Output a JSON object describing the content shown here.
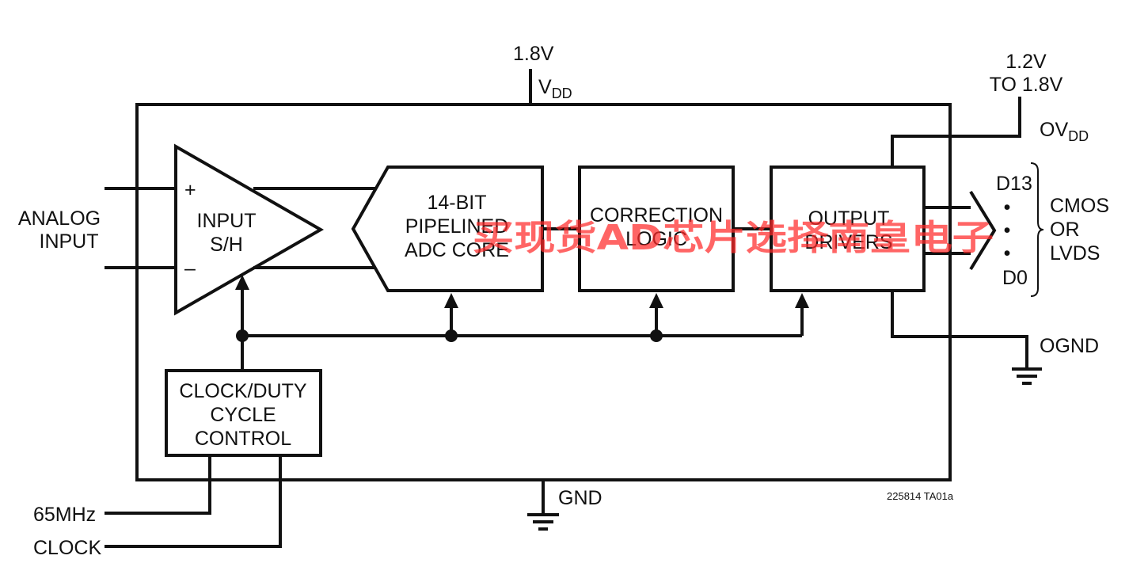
{
  "supplies": {
    "vdd_voltage": "1.8V",
    "vdd_label": "V",
    "vdd_subscript": "DD",
    "ovdd_voltage_line1": "1.2V",
    "ovdd_voltage_line2": "TO 1.8V",
    "ovdd_label": "OV",
    "ovdd_subscript": "DD",
    "gnd_label": "GND",
    "ognd_label": "OGND"
  },
  "inputs": {
    "analog_input_line1": "ANALOG",
    "analog_input_line2": "INPUT",
    "clock_line1": "65MHz",
    "clock_line2": "CLOCK"
  },
  "blocks": {
    "sample_hold": {
      "line1": "INPUT",
      "line2": "S/H",
      "plus": "+",
      "minus": "–"
    },
    "adc_core": {
      "line1": "14-BIT",
      "line2": "PIPELINED",
      "line3": "ADC CORE"
    },
    "correction": {
      "line1": "CORRECTION",
      "line2": "LOGIC"
    },
    "output_drivers": {
      "line1": "OUTPUT",
      "line2": "DRIVERS"
    },
    "clock_control": {
      "line1": "CLOCK/DUTY",
      "line2": "CYCLE",
      "line3": "CONTROL"
    }
  },
  "outputs": {
    "msb": "D13",
    "dot": "•",
    "lsb": "D0",
    "format_line1": "CMOS",
    "format_line2": "OR",
    "format_line3": "LVDS"
  },
  "figure_code": "225814 TA01a",
  "watermark": "买现货AD芯片选择南皇电子"
}
